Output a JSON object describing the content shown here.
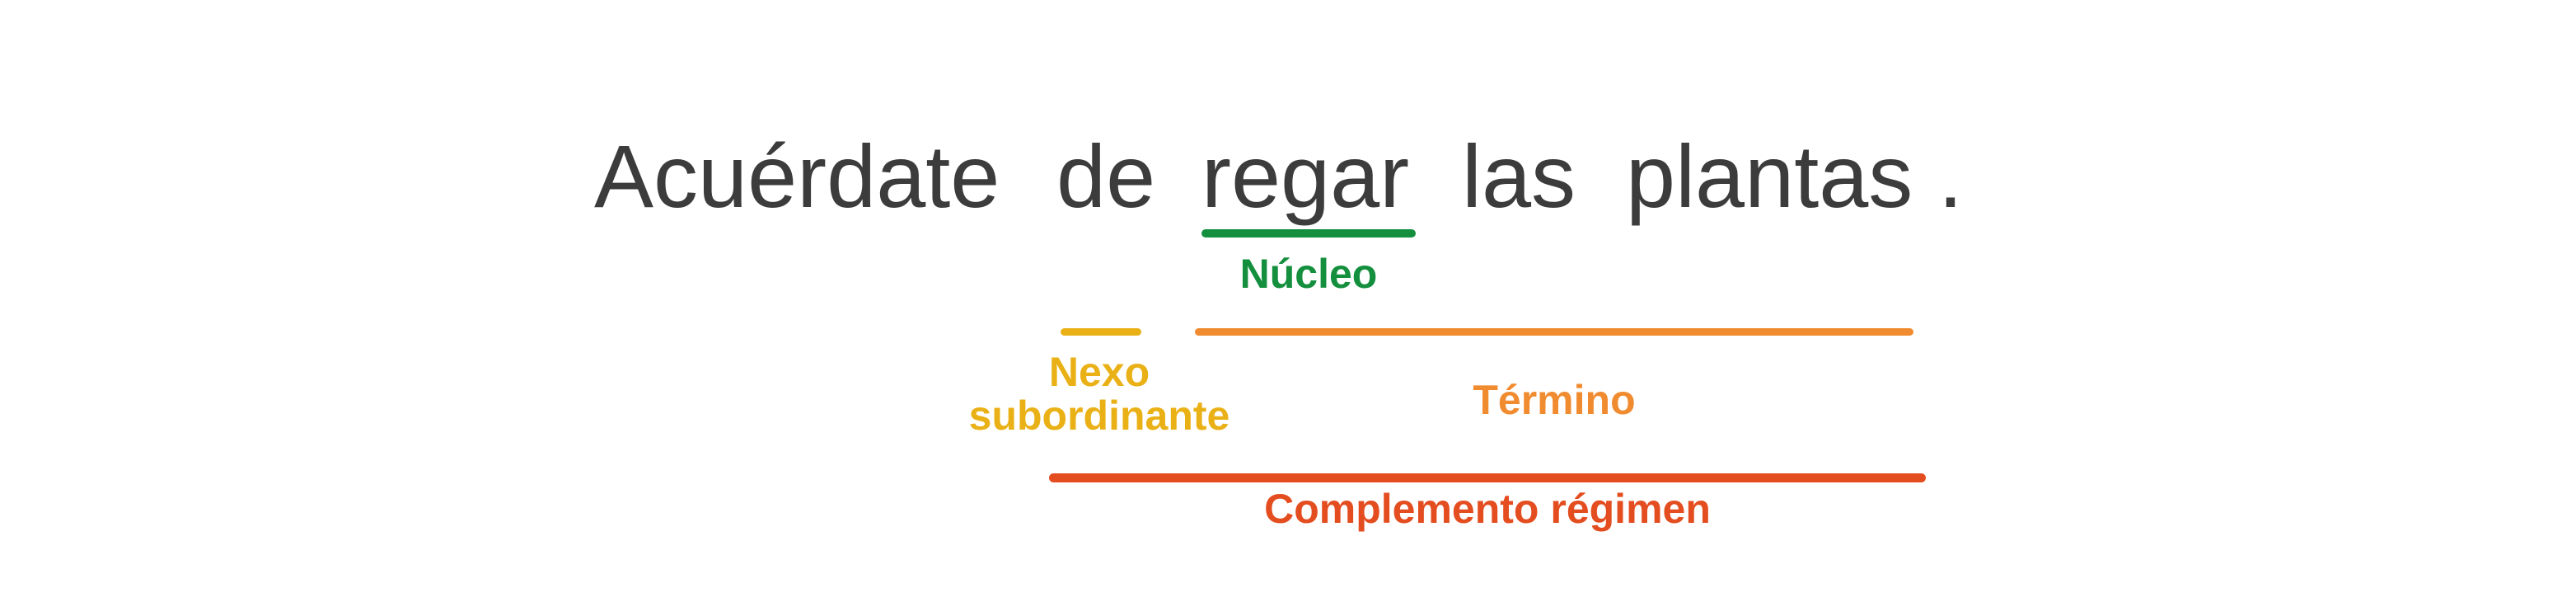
{
  "sentence": {
    "full_text": "Acuérdate de regar las plantas .",
    "words": [
      "Acuérdate",
      "de",
      "regar",
      "las",
      "plantas",
      "."
    ]
  },
  "labels": {
    "nucleo": "Núcleo",
    "nexo": "Nexo subordinante",
    "termino": "Término",
    "complemento": "Complemento régimen"
  },
  "colors": {
    "text": "#3c3c3c",
    "nucleo": "#148f3e",
    "nexo": "#eab117",
    "termino": "#f18b2f",
    "complemento": "#e44d1f"
  }
}
